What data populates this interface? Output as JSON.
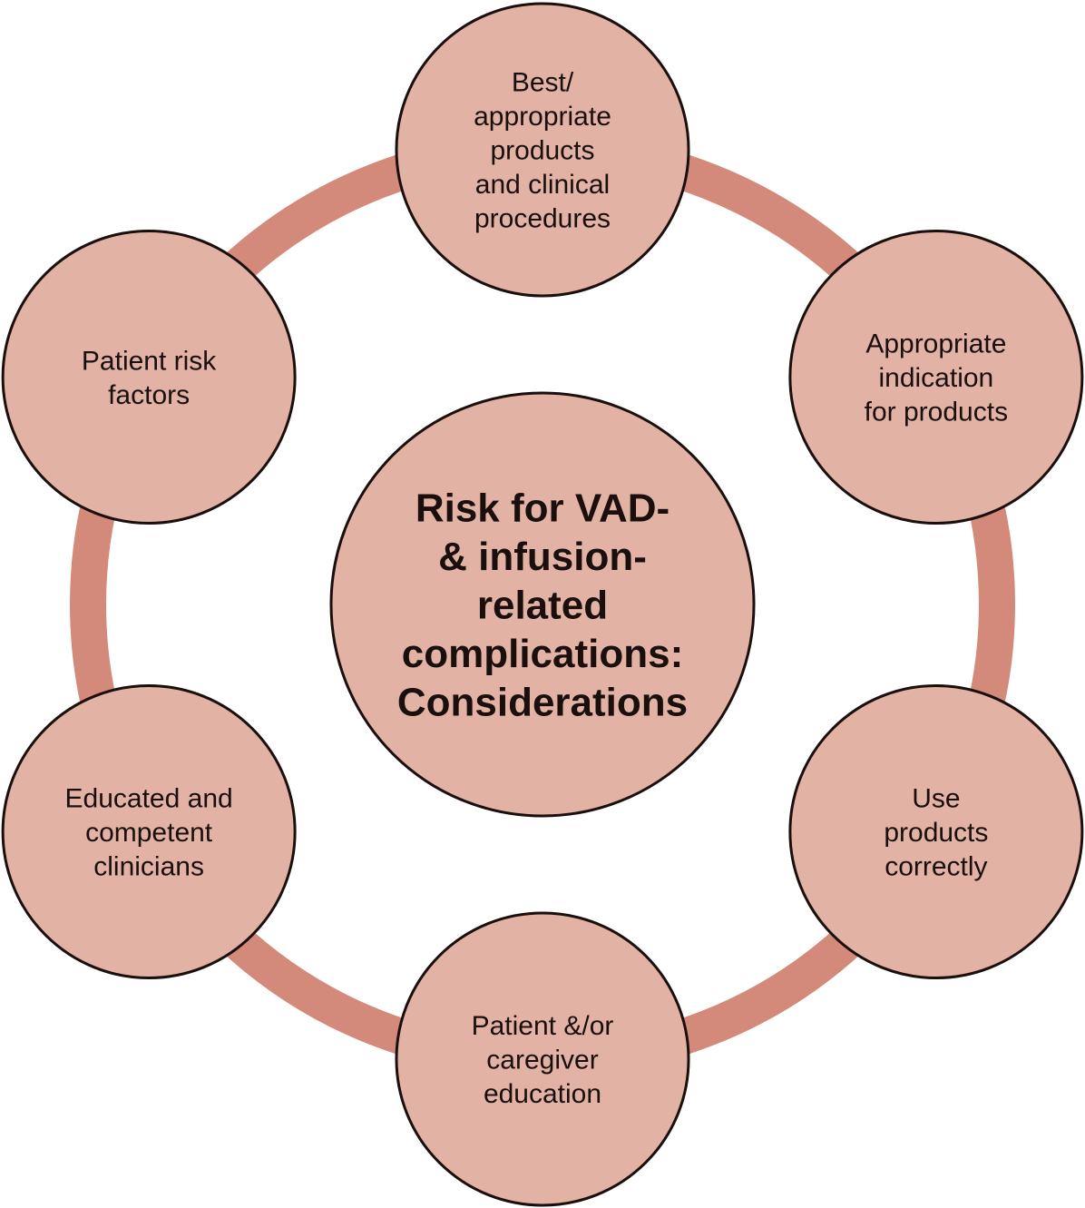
{
  "colors": {
    "ring": "#d38a7a",
    "node_fill": "#e2b3a5",
    "node_stroke": "#1a0f0d",
    "text": "#1a0f0d",
    "background": "#ffffff"
  },
  "center": {
    "lines": [
      "Risk for VAD-",
      "& infusion-",
      "related",
      "complications:",
      "Considerations"
    ]
  },
  "nodes": [
    {
      "id": "best-products",
      "lines": [
        "Best/",
        "appropriate",
        "products",
        "and clinical",
        "procedures"
      ]
    },
    {
      "id": "appropriate-indication",
      "lines": [
        "Appropriate",
        "indication",
        "for products"
      ]
    },
    {
      "id": "use-products-correctly",
      "lines": [
        "Use",
        "products",
        "correctly"
      ]
    },
    {
      "id": "patient-caregiver-education",
      "lines": [
        "Patient &/or",
        "caregiver",
        "education"
      ]
    },
    {
      "id": "educated-clinicians",
      "lines": [
        "Educated and",
        "competent",
        "clinicians"
      ]
    },
    {
      "id": "patient-risk-factors",
      "lines": [
        "Patient risk",
        "factors"
      ]
    }
  ]
}
